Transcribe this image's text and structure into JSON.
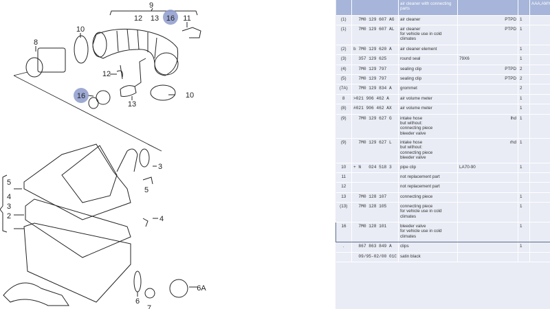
{
  "diagram": {
    "callouts": [
      "9",
      "12",
      "13",
      "16",
      "11",
      "10",
      "8",
      "12",
      "16",
      "13",
      "10",
      "3",
      "5",
      "4",
      "6A",
      "6",
      "7",
      "5",
      "4",
      "3",
      "2"
    ],
    "highlight_color": "#8d9bcc"
  },
  "table": {
    "header": {
      "name": "air cleaner with connecting parts",
      "model": "AAA,AMY"
    },
    "rows": [
      {
        "pos": "(1)",
        "part": "  7M0 129 607 AG",
        "name": "air cleaner",
        "remark": "",
        "mark": "PTPD",
        "qty": "1"
      },
      {
        "pos": "(1)",
        "part": "  7M0 129 607 AL",
        "name": "air cleaner\nfor vehicle use in cold\nclimates",
        "remark": "",
        "mark": "PTPD",
        "qty": "1"
      },
      {
        "pos": "(2)",
        "part": "b 7M0 129 620 A",
        "name": "air cleaner element",
        "remark": "",
        "mark": "",
        "qty": "1"
      },
      {
        "pos": "(3)",
        "part": "  357 129 625",
        "name": "round seal",
        "remark": "79X6",
        "mark": "",
        "qty": "1"
      },
      {
        "pos": "(4)",
        "part": "  7M0 129 797",
        "name": "sealing clip",
        "remark": "",
        "mark": "PTPD",
        "qty": "2"
      },
      {
        "pos": "(5)",
        "part": "  7M0 129 797",
        "name": "sealing clip",
        "remark": "",
        "mark": "PTPD",
        "qty": "2"
      },
      {
        "pos": "(7A)",
        "part": "  7M0 129 834 A",
        "name": "grommet",
        "remark": "",
        "mark": "",
        "qty": "2"
      },
      {
        "pos": "8",
        "part": ">021 906 462 A",
        "name": "air volume meter",
        "remark": "",
        "mark": "",
        "qty": "1"
      },
      {
        "pos": "(8)",
        "part": "#021 906 462 AX",
        "name": "air volume meter",
        "remark": "",
        "mark": "",
        "qty": "1"
      },
      {
        "pos": "(9)",
        "part": "  7M0 129 627 G",
        "name": "intake hose\nbut without:\nconnecting piece\nbleeder valve",
        "remark": "",
        "mark": "lhd",
        "qty": "1"
      },
      {
        "pos": "(9)",
        "part": "  7M0 129 627 L",
        "name": "intake hose\nbut without:\nconnecting piece\nbleeder valve",
        "remark": "",
        "mark": "rhd",
        "qty": "1"
      },
      {
        "pos": "10",
        "part": "+ N   024 518 3",
        "name": "pipe clip",
        "remark": "LA70-90",
        "mark": "",
        "qty": "1"
      },
      {
        "pos": "11",
        "part": "",
        "name": "not replacement part",
        "remark": "",
        "mark": "",
        "qty": ""
      },
      {
        "pos": "12",
        "part": "",
        "name": "not replacement part",
        "remark": "",
        "mark": "",
        "qty": ""
      },
      {
        "pos": "13",
        "part": "  7M0 128 107",
        "name": "connecting piece",
        "remark": "",
        "mark": "",
        "qty": "1"
      },
      {
        "pos": "(13)",
        "part": "  7M0 128 105",
        "name": "connecting piece\nfor vehicle use in cold\nclimates",
        "remark": "",
        "mark": "",
        "qty": "1"
      },
      {
        "pos": "16",
        "part": "  7M0 128 101",
        "name": "bleeder valve\nfor vehicle use in cold\nclimates",
        "remark": "",
        "mark": "",
        "qty": "1",
        "selected": true
      },
      {
        "pos": ".",
        "part": "  867 863 849 A",
        "name": "clips",
        "remark": "",
        "mark": "",
        "qty": "1"
      },
      {
        "pos": "",
        "part": "  09/95-02/00 01C",
        "name": "satin black",
        "remark": "",
        "mark": "",
        "qty": ""
      }
    ]
  }
}
